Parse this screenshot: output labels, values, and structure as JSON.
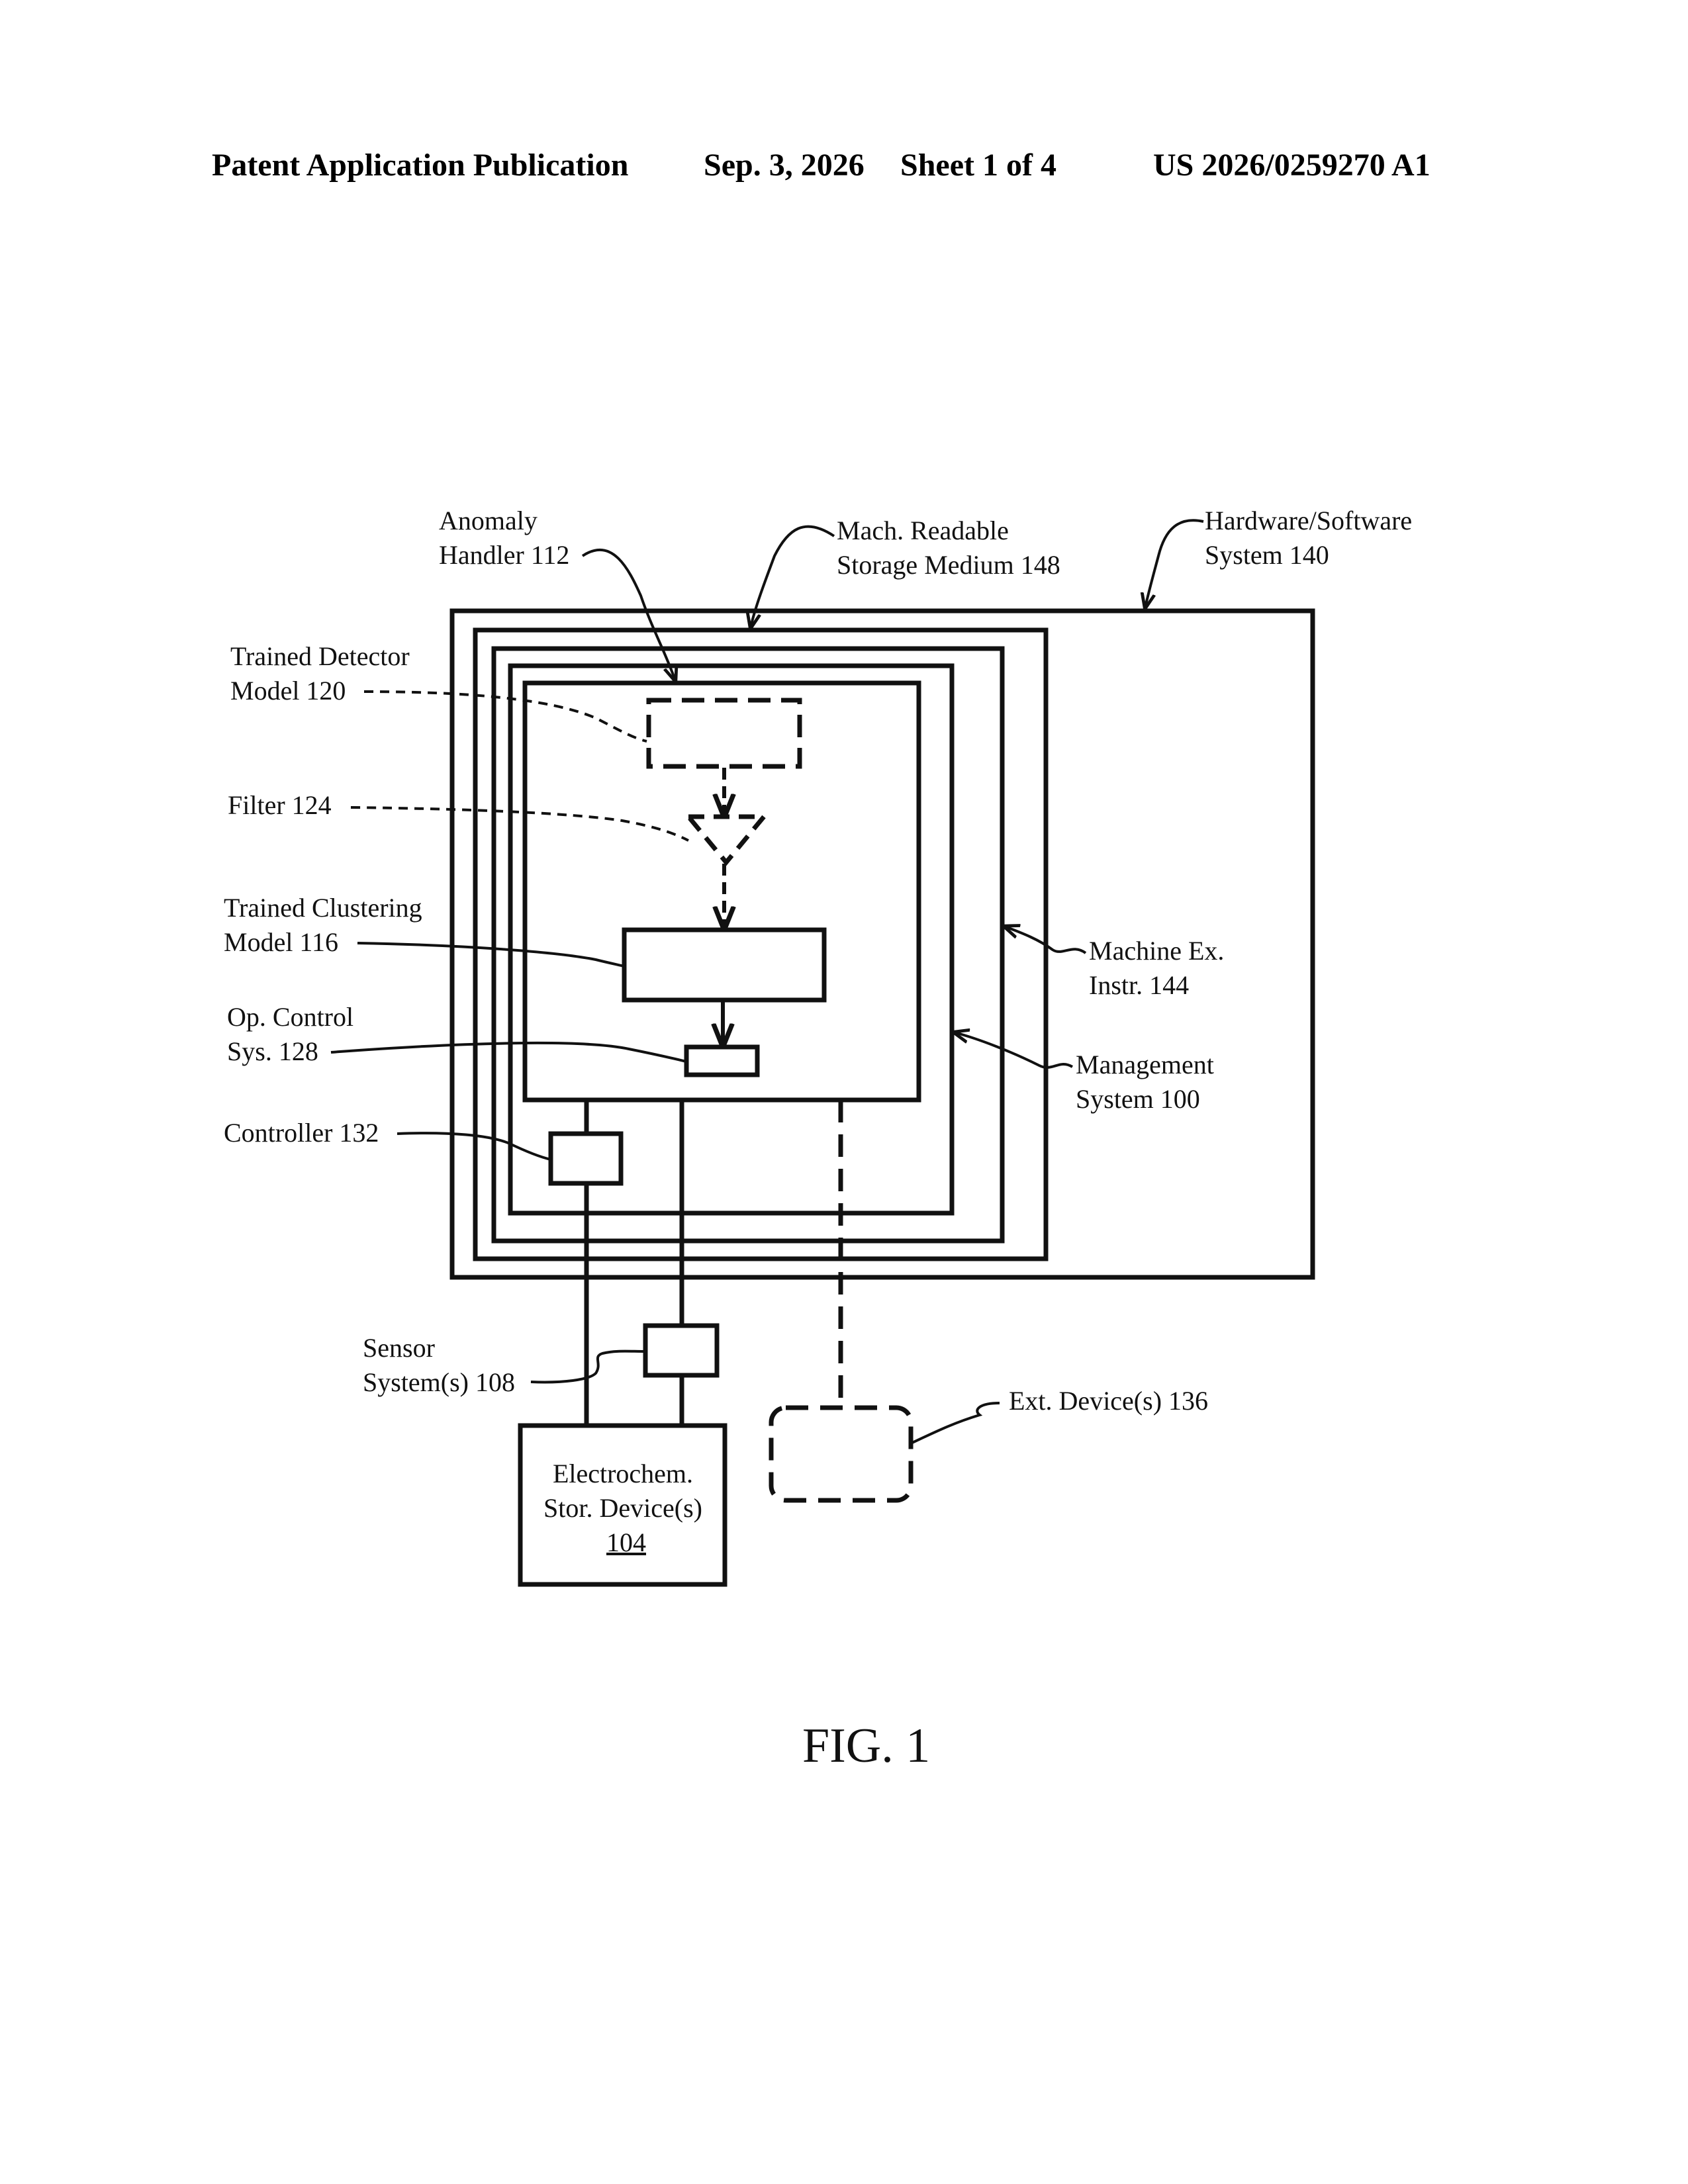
{
  "header": {
    "publication": "Patent Application Publication",
    "date": "Sep. 3, 2026",
    "sheet": "Sheet 1 of 4",
    "pub_number": "US 2026/0259270 A1"
  },
  "figure": {
    "title": "FIG. 1"
  },
  "labels": {
    "anomaly_handler": [
      "Anomaly",
      "Handler 112"
    ],
    "storage_medium": [
      "Mach. Readable",
      "Storage Medium 148"
    ],
    "hw_sw_system": [
      "Hardware/Software",
      "System 140"
    ],
    "trained_detector": [
      "Trained Detector",
      "Model 120"
    ],
    "filter": [
      "Filter 124"
    ],
    "clustering_model": [
      "Trained Clustering",
      "Model 116"
    ],
    "machine_instr": [
      "Machine Ex.",
      "Instr. 144"
    ],
    "op_control": [
      "Op. Control",
      "Sys. 128"
    ],
    "management_system": [
      "Management",
      "System 100"
    ],
    "controller": [
      "Controller 132"
    ],
    "sensor_system": [
      "Sensor",
      "System(s) 108"
    ],
    "ext_device": [
      "Ext. Device(s) 136"
    ],
    "electrochem": [
      "Electrochem.",
      "Stor. Device(s)",
      "104"
    ]
  },
  "colors": {
    "line": "#111111",
    "background": "#ffffff"
  }
}
